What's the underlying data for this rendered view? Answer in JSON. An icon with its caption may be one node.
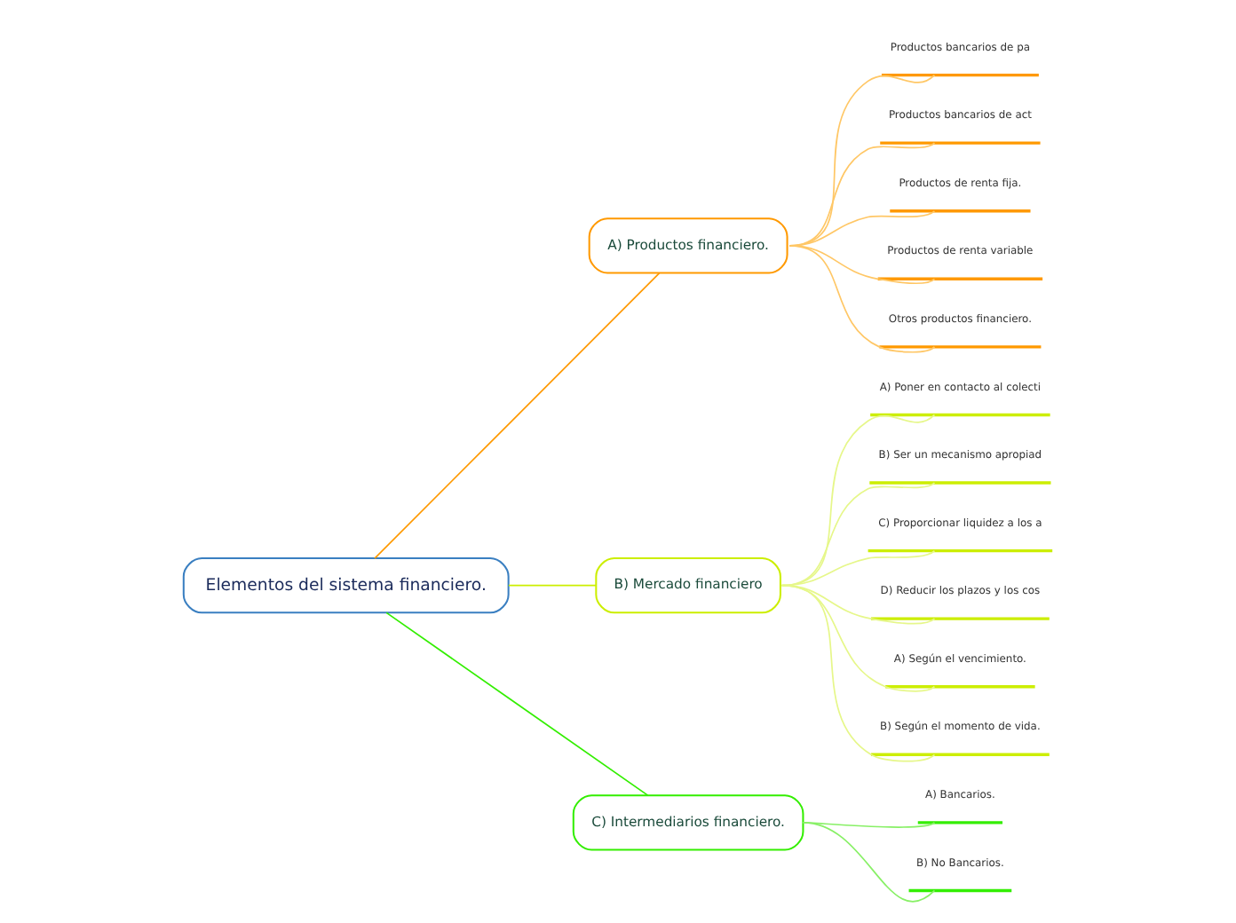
{
  "diagram": {
    "nodes": [
      {
        "text": [
          "Elementos del sistema financiero."
        ]
      },
      {
        "text": [
          "A) Productos financiero."
        ]
      },
      {
        "text": [
          "Productos bancarios de pa"
        ]
      },
      {
        "text": [
          "Productos bancarios de act"
        ]
      },
      {
        "text": [
          "Productos de renta fija."
        ]
      },
      {
        "text": [
          "Productos de renta variable"
        ]
      },
      {
        "text": [
          "Otros productos financiero."
        ]
      },
      {
        "text": [
          "B) Mercado financiero"
        ]
      },
      {
        "text": [
          "A) Poner en contacto al colecti"
        ]
      },
      {
        "text": [
          "B) Ser un mecanismo apropiad"
        ]
      },
      {
        "text": [
          "C) Proporcionar liquidez a los a"
        ]
      },
      {
        "text": [
          "D) Reducir los plazos y los cos"
        ]
      },
      {
        "text": [
          "A) Según el vencimiento."
        ]
      },
      {
        "text": [
          "B) Según el momento de vida."
        ]
      },
      {
        "text": [
          "C) Intermediarios financiero."
        ]
      },
      {
        "text": [
          "A) Bancarios."
        ]
      },
      {
        "text": [
          "B) No Bancarios."
        ]
      }
    ],
    "edges": [
      {
        "from": 0,
        "to": 1,
        "arrow": "none",
        "color": "#ff9900"
      },
      {
        "from": 1,
        "to": 2,
        "arrow": "none",
        "color": "#ffc766"
      },
      {
        "from": 1,
        "to": 3,
        "arrow": "none",
        "color": "#ffc766"
      },
      {
        "from": 1,
        "to": 4,
        "arrow": "none",
        "color": "#ffc766"
      },
      {
        "from": 1,
        "to": 5,
        "arrow": "none",
        "color": "#ffc766"
      },
      {
        "from": 1,
        "to": 6,
        "arrow": "none",
        "color": "#ffc766"
      },
      {
        "from": 0,
        "to": 7,
        "arrow": "none",
        "color": "#ccee00"
      },
      {
        "from": 7,
        "to": 8,
        "arrow": "none",
        "color": "#e6f78a"
      },
      {
        "from": 7,
        "to": 9,
        "arrow": "none",
        "color": "#e6f78a"
      },
      {
        "from": 7,
        "to": 10,
        "arrow": "none",
        "color": "#e6f78a"
      },
      {
        "from": 7,
        "to": 11,
        "arrow": "none",
        "color": "#e6f78a"
      },
      {
        "from": 7,
        "to": 12,
        "arrow": "none",
        "color": "#e6f78a"
      },
      {
        "from": 7,
        "to": 13,
        "arrow": "none",
        "color": "#e6f78a"
      },
      {
        "from": 0,
        "to": 14,
        "arrow": "none",
        "color": "#33ee00"
      },
      {
        "from": 14,
        "to": 15,
        "arrow": "none",
        "color": "#88f066"
      },
      {
        "from": 14,
        "to": 16,
        "arrow": "none",
        "color": "#88f066"
      }
    ]
  }
}
